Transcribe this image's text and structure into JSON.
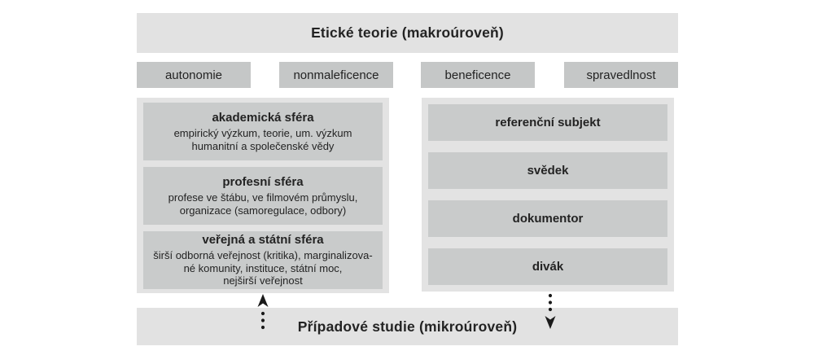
{
  "diagram": {
    "macro_banner": "Etické teorie (makroúroveň)",
    "micro_banner": "Případové studie (mikroúroveň)",
    "principles": [
      "autonomie",
      "nonmaleficence",
      "beneficence",
      "spravedlnost"
    ],
    "spheres": [
      {
        "title": "akademická sféra",
        "lines": [
          "empirický výzkum, teorie, um. výzkum",
          "humanitní a společenské vědy"
        ]
      },
      {
        "title": "profesní sféra",
        "lines": [
          "profese ve štábu, ve filmovém průmyslu,",
          "organizace (samoregulace, odbory)"
        ]
      },
      {
        "title": "veřejná a státní sféra",
        "lines": [
          "širší odborná veřejnost (kritika), marginalizova-",
          "né komunity, instituce, státní moc,",
          "nejširší veřejnost"
        ]
      }
    ],
    "roles": [
      "referenční subjekt",
      "svědek",
      "dokumentor",
      "divák"
    ],
    "icons": {
      "up_arrow": "dotted-arrow-up-icon",
      "down_arrow": "dotted-arrow-down-icon"
    },
    "colors": {
      "banner_bg": "#e2e2e2",
      "principle_bg": "#c5c7c7",
      "panel_bg": "#e3e3e3",
      "box_bg": "#c9cbcb",
      "text": "#232323",
      "arrow": "#1a1a1a"
    }
  }
}
